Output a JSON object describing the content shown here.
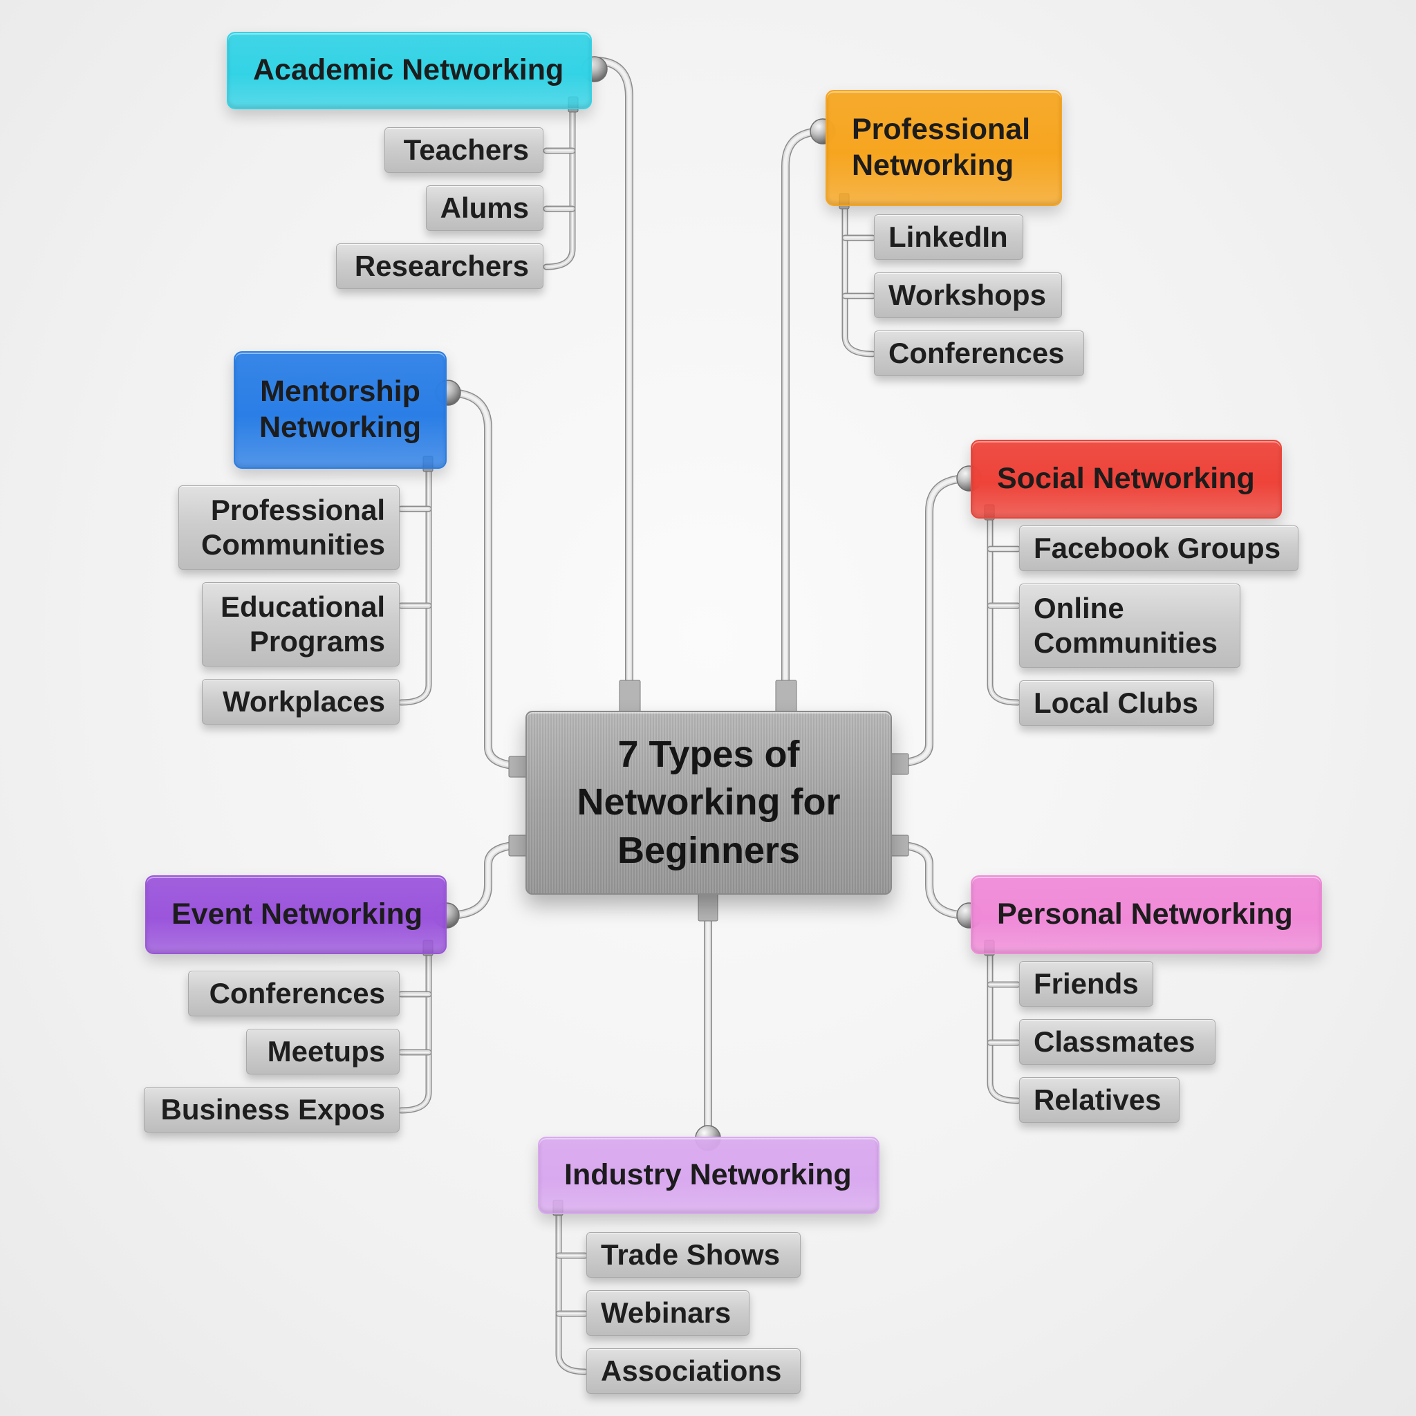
{
  "center": {
    "title": "7 Types of Networking for Beginners"
  },
  "categories": [
    {
      "id": "academic",
      "label": "Academic Networking",
      "color": "#33d3e6",
      "items": [
        "Teachers",
        "Alums",
        "Researchers"
      ]
    },
    {
      "id": "professional",
      "label": "Professional Networking",
      "color": "#f6a51f",
      "items": [
        "LinkedIn",
        "Workshops",
        "Conferences"
      ]
    },
    {
      "id": "mentorship",
      "label": "Mentorship Networking",
      "color": "#2a7ee6",
      "items": [
        "Professional Communities",
        "Educational Programs",
        "Workplaces"
      ]
    },
    {
      "id": "social",
      "label": "Social Networking",
      "color": "#ee4339",
      "items": [
        "Facebook Groups",
        "Online Communities",
        "Local Clubs"
      ]
    },
    {
      "id": "event",
      "label": "Event Networking",
      "color": "#9b55dc",
      "items": [
        "Conferences",
        "Meetups",
        "Business Expos"
      ]
    },
    {
      "id": "personal",
      "label": "Personal Networking",
      "color": "#f08ad8",
      "items": [
        "Friends",
        "Classmates",
        "Relatives"
      ]
    },
    {
      "id": "industry",
      "label": "Industry Networking",
      "color": "#d9a9ef",
      "items": [
        "Trade Shows",
        "Webinars",
        "Associations"
      ]
    }
  ]
}
